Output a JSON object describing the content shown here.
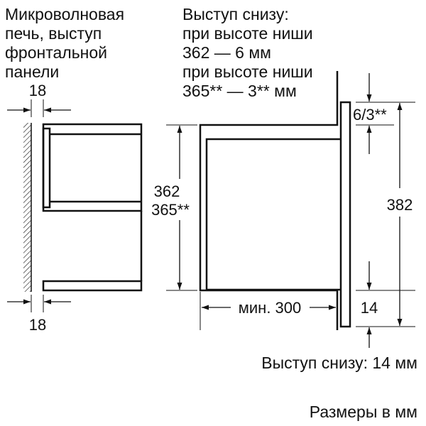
{
  "left_caption": [
    "Микроволновая",
    "печь, выступ",
    "фронтальной",
    "панели"
  ],
  "right_caption": [
    "Выступ снизу:",
    "при высоте ниши",
    "362 — 6 мм",
    "при высоте ниши",
    "365** — 3** мм"
  ],
  "dims": {
    "gap_top": "18",
    "gap_bottom": "18",
    "niche_height_1": "362",
    "niche_height_2": "365**",
    "top_offset": "6/3**",
    "device_height": "382",
    "bottom_offset": "14",
    "min_depth": "мин. 300"
  },
  "bottom_note": "Выступ снизу: 14 мм",
  "units_note": "Размеры в мм"
}
